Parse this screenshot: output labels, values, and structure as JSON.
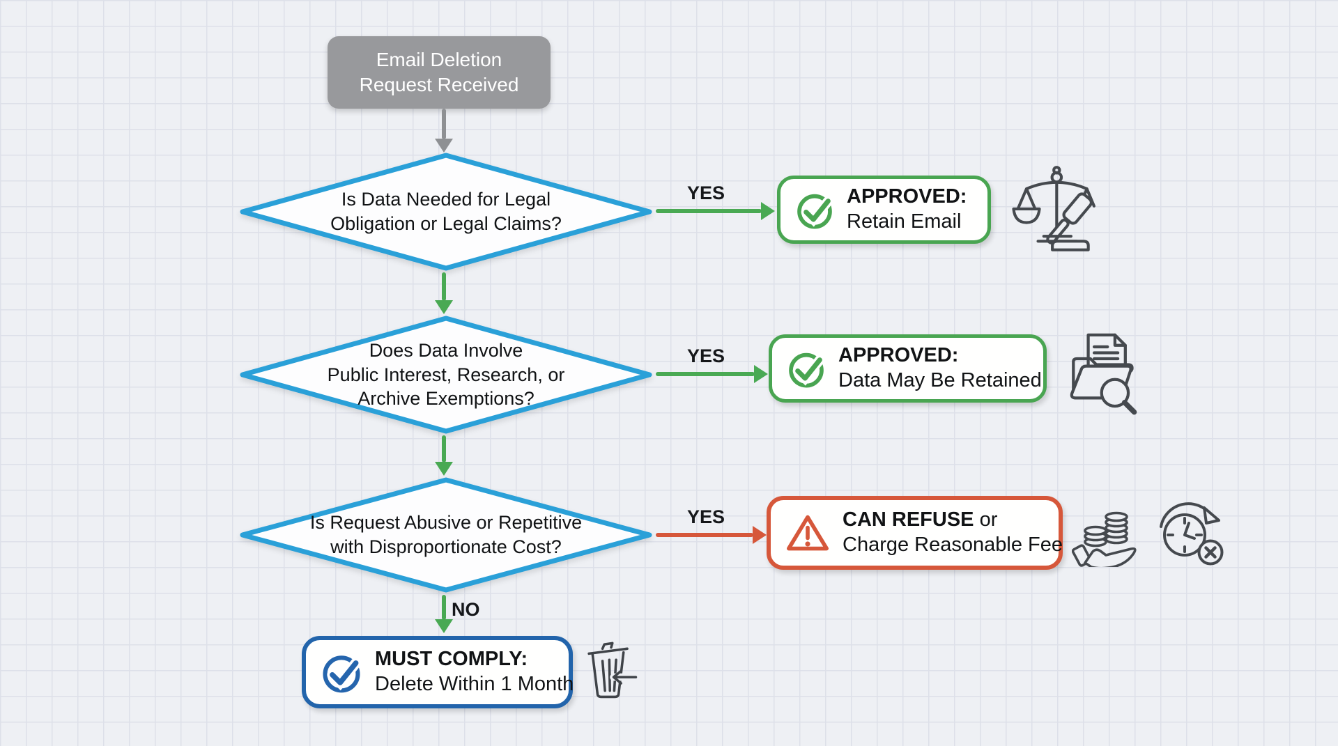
{
  "title": "Email deletion request GDPR decision flowchart",
  "colors": {
    "diamond_border": "#2aa0d8",
    "approve_green": "#49a953",
    "refuse_red": "#d6573a",
    "comply_blue": "#2264ab",
    "start_gray": "#98999c",
    "background": "#eef0f4"
  },
  "start": {
    "lines": [
      "Email Deletion",
      "Request Received"
    ]
  },
  "decisions": [
    {
      "lines": [
        "Is Data Needed for Legal",
        "Obligation or Legal Claims?"
      ]
    },
    {
      "lines": [
        "Does Data Involve",
        "Public Interest, Research, or",
        "Archive Exemptions?"
      ]
    },
    {
      "lines": [
        "Is Request Abusive or Repetitive",
        "with Disproportionate Cost?"
      ]
    }
  ],
  "labels": {
    "yes": "YES",
    "no": "NO"
  },
  "outcomes": [
    {
      "title": "APPROVED:",
      "subtitle": "Retain Email",
      "icon": "check-circle"
    },
    {
      "title": "APPROVED:",
      "subtitle": "Data May Be Retained",
      "icon": "check-circle"
    },
    {
      "title_bold": "CAN REFUSE",
      "title_rest": "or",
      "subtitle": "Charge Reasonable Fee",
      "icon": "warning-triangle"
    },
    {
      "title": "MUST COMPLY:",
      "subtitle": "Delete Within 1 Month",
      "icon": "check-circle"
    }
  ],
  "side_icons": [
    "scales-gavel",
    "folder-search",
    "coins-hand",
    "clock-deadline-x",
    "trash-delete"
  ]
}
